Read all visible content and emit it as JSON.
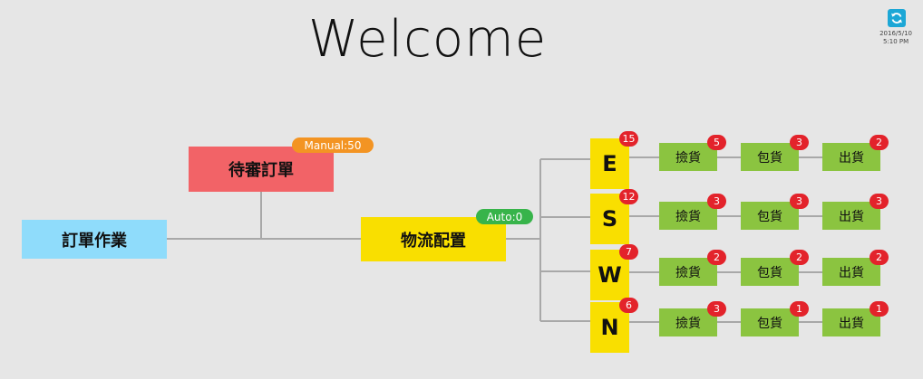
{
  "title": "Welcome",
  "datetime": {
    "date": "2016/5/10",
    "time": "5:10 PM"
  },
  "icons": {
    "refresh": "refresh-icon"
  },
  "colors": {
    "background": "#e6e6e6",
    "main_box": "#8fdcfb",
    "review_box": "#f26367",
    "logistics_box": "#f9df00",
    "step_box": "#8bc440",
    "badge": "#e3232b",
    "manual_pill": "#f39423",
    "auto_pill": "#37b44a",
    "refresh": "#1ca7d6"
  },
  "nodes": {
    "order_ops": "訂單作業",
    "pending_review": "待審訂單",
    "manual_badge": "Manual:50",
    "logistics": "物流配置",
    "auto_badge": "Auto:0"
  },
  "routes": [
    {
      "dir": "E",
      "count": "15",
      "steps": [
        {
          "label": "撿貨",
          "count": "5"
        },
        {
          "label": "包貨",
          "count": "3"
        },
        {
          "label": "出貨",
          "count": "2"
        }
      ]
    },
    {
      "dir": "S",
      "count": "12",
      "steps": [
        {
          "label": "撿貨",
          "count": "3"
        },
        {
          "label": "包貨",
          "count": "3"
        },
        {
          "label": "出貨",
          "count": "3"
        }
      ]
    },
    {
      "dir": "W",
      "count": "7",
      "steps": [
        {
          "label": "撿貨",
          "count": "2"
        },
        {
          "label": "包貨",
          "count": "2"
        },
        {
          "label": "出貨",
          "count": "2"
        }
      ]
    },
    {
      "dir": "N",
      "count": "6",
      "steps": [
        {
          "label": "撿貨",
          "count": "3"
        },
        {
          "label": "包貨",
          "count": "1"
        },
        {
          "label": "出貨",
          "count": "1"
        }
      ]
    }
  ]
}
